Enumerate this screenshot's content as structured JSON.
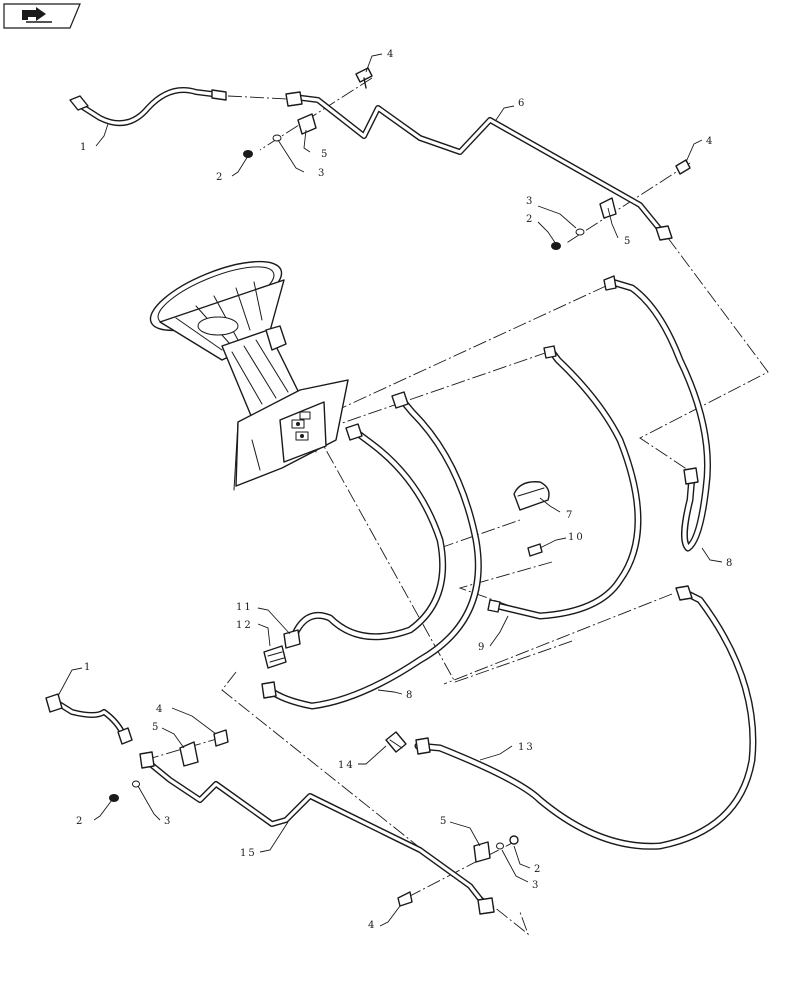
{
  "callouts": {
    "c1_top": "1",
    "c2_top": "2",
    "c3_top": "3",
    "c4_top": "4",
    "c5_top": "5",
    "c6": "6",
    "c4_right": "4",
    "c3_right": "3",
    "c2_right": "2",
    "c5_right": "5",
    "c7": "7",
    "c10": "10",
    "c8_right": "8",
    "c9": "9",
    "c11": "11",
    "c12": "12",
    "c8_mid": "8",
    "c1_bottom": "1",
    "c4_bottom": "4",
    "c5_bottom": "5",
    "c2_bottom": "2",
    "c3_bottom": "3",
    "c15": "15",
    "c14": "14",
    "c13": "13",
    "c5_lower": "5",
    "c2_lower": "2",
    "c3_lower": "3",
    "c4_lower": "4"
  },
  "icons": {
    "corner": "navigation-arrow-icon"
  }
}
